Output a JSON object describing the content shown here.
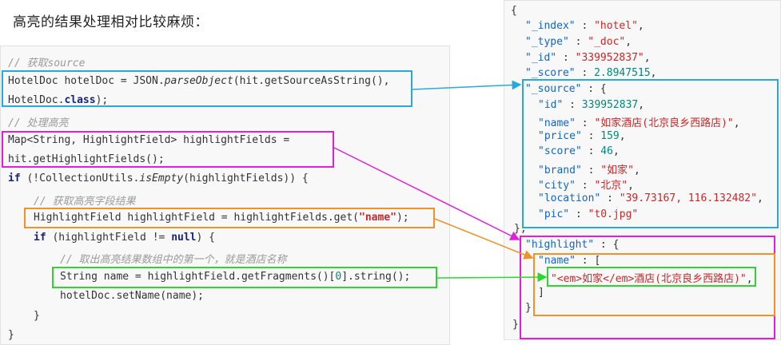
{
  "title": "高亮的结果处理相对比较麻烦：",
  "code": {
    "l1_comment": "// 获取source",
    "l2_a": "HotelDoc hotelDoc = JSON.",
    "l2_b": "parseObject",
    "l2_c": "(hit.getSourceAsString(),",
    "l3_a": "HotelDoc.",
    "l3_b": "class",
    "l3_c": ");",
    "l4_comment": "// 处理高亮",
    "l5": "Map<String, HighlightField> highlightFields =",
    "l6": "hit.getHighlightFields();",
    "l7_a": "if",
    "l7_b": " (!CollectionUtils.",
    "l7_c": "isEmpty",
    "l7_d": "(highlightFields)) {",
    "l8_comment": "// 获取高亮字段结果",
    "l9_a": "HighlightField highlightField = highlightFields.get(",
    "l9_b": "\"name\"",
    "l9_c": ");",
    "l10_a": "if",
    "l10_b": " (highlightField != ",
    "l10_c": "null",
    "l10_d": ") {",
    "l11_comment": "// 取出高亮结果数组中的第一个，就是酒店名称",
    "l12_a": "String name = highlightField.getFragments()[",
    "l12_b": "0",
    "l12_c": "].string();",
    "l13": "hotelDoc.setName(name);",
    "l14": "}",
    "l15": "}"
  },
  "json": {
    "open": "{",
    "index_key": "\"_index\"",
    "index_val": "\"hotel\"",
    "type_key": "\"_type\"",
    "type_val": "\"_doc\"",
    "id_key": "\"_id\"",
    "id_val": "\"339952837\"",
    "score_key": "\"_score\"",
    "score_val": "2.8947515",
    "source_key": "\"_source\"",
    "s_id_key": "\"id\"",
    "s_id_val": "339952837",
    "s_name_key": "\"name\"",
    "s_name_val": "\"如家酒店(北京良乡西路店)\"",
    "s_price_key": "\"price\"",
    "s_price_val": "159",
    "s_score_key": "\"score\"",
    "s_score_val": "46",
    "s_brand_key": "\"brand\"",
    "s_brand_val": "\"如家\"",
    "s_city_key": "\"city\"",
    "s_city_val": "\"北京\"",
    "s_loc_key": "\"location\"",
    "s_loc_val": "\"39.73167, 116.132482\"",
    "s_pic_key": "\"pic\"",
    "s_pic_val": "\"t0.jpg\"",
    "source_close": "},",
    "hl_key": "\"highlight\"",
    "hl_name_key": "\"name\"",
    "hl_frag": "\"<em>如家</em>酒店(北京良乡西路店)\"",
    "arr_close": "]",
    "hl_close": "}",
    "close": "}"
  },
  "colors": {
    "blue": "#29a8dd",
    "magenta": "#e020d8",
    "orange": "#f0922a",
    "green": "#2fd52f"
  }
}
